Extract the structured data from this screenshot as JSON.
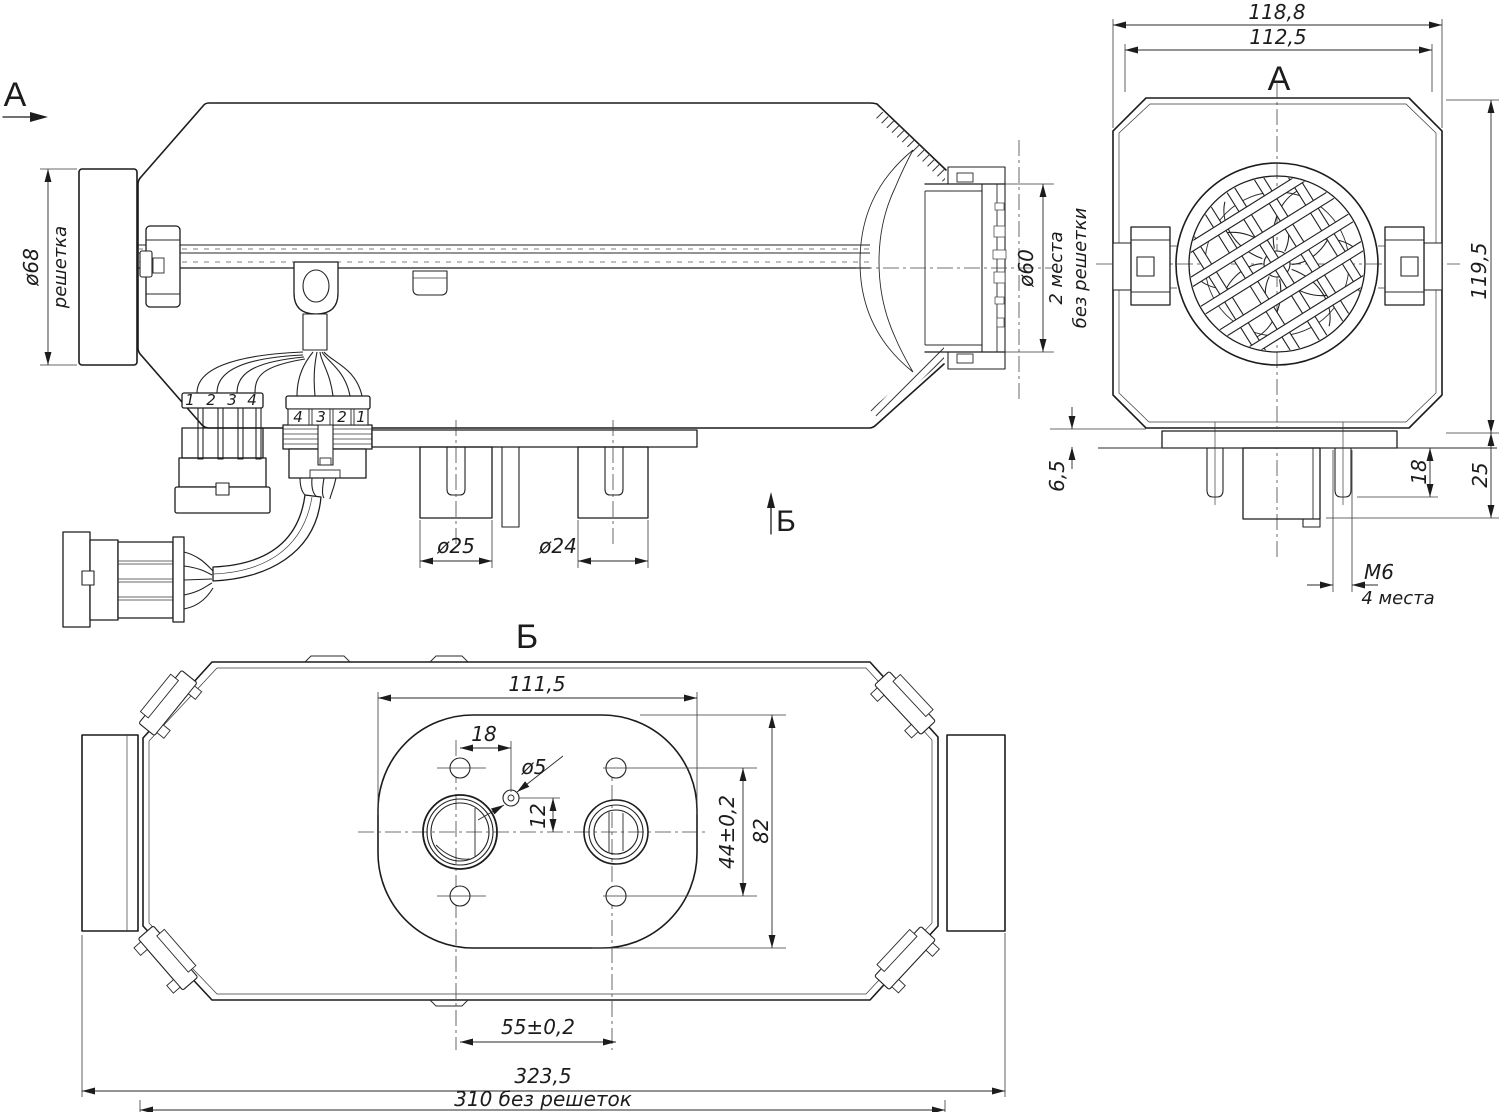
{
  "colors": {
    "background": "#ffffff",
    "line": "#1c1c1c"
  },
  "side_view": {
    "view_arrow_label": "A",
    "section_arrow_label": "Б",
    "grille_diameter": "ø68",
    "grille_note": "решетка",
    "outlet_diameter": "ø60",
    "outlet_note_line1": "2 места",
    "outlet_note_line2": "без решетки",
    "exhaust_pipe_diameter": "ø25",
    "intake_pipe_diameter": "ø24",
    "connector_left_pins": [
      "1",
      "2",
      "3",
      "4"
    ],
    "connector_right_pins": [
      "4",
      "3",
      "2",
      "1"
    ]
  },
  "front_view": {
    "title": "A",
    "overall_width": "118,8",
    "body_width": "112,5",
    "overall_height": "119,5",
    "plate_thickness": "6,5",
    "stud_length": "18",
    "mount_depth": "25",
    "stud_thread": "M6",
    "stud_count_note": "4 места"
  },
  "bottom_view": {
    "title": "Б",
    "flange_width": "111,5",
    "fuel_hole_offset_x": "18",
    "fuel_hole_diameter": "ø5",
    "fuel_hole_offset_y": "12",
    "mount_holes_spacing": "44±0,2",
    "flange_height": "82",
    "ports_spacing": "55±0,2",
    "overall_length": "323,5",
    "body_length_note": "310 без решеток"
  }
}
